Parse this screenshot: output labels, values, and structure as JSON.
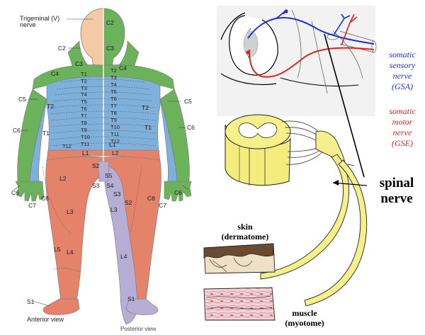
{
  "dermatome_map": {
    "trigeminal_label_line1": "Trigeminal (V)",
    "trigeminal_label_line2": "nerve",
    "view_caption": "Anterior view",
    "posterior_caption": "Posterior view",
    "labels": {
      "c2_left": "C2",
      "c3_left": "C3",
      "c4_left": "C4",
      "c5_left": "C5",
      "c6_left": "C6",
      "c6_hand_left": "C6",
      "c7_left": "C7",
      "c8_left": "C8",
      "t1_arm_left": "T1",
      "t2_arm_left": "T2",
      "t1_trunk": "T1",
      "t2_trunk": "T2",
      "t3_trunk": "T3",
      "t4_trunk": "T4",
      "t5_trunk": "T5",
      "t6_trunk": "T6",
      "t7_trunk": "T7",
      "t8_trunk": "T8",
      "t9_trunk": "T9",
      "t10_trunk": "T10",
      "t11_trunk": "T11",
      "t12_left": "T12",
      "l1_left": "L1",
      "l2_left": "L2",
      "l3_left": "L3",
      "l4_left": "L4",
      "l5_left": "L5",
      "s1_left": "S1",
      "s2_center": "S2",
      "s3_center": "S3",
      "c2_right": "C2",
      "c3_right": "C3",
      "c4_right": "C4",
      "c5_right": "C5",
      "c6_right": "C6",
      "c6_hand_right": "C6",
      "c7_right": "C7",
      "c8_right": "C8",
      "t1_arm_right": "T1",
      "t2_arm_right": "T2",
      "t2_r": "T2",
      "t3_r": "T3",
      "t4_r": "T4",
      "t5_r": "T5",
      "t6_r": "T6",
      "t7_r": "T7",
      "t8_r": "T8",
      "t9_r": "T9",
      "t10_r": "T10",
      "t11_r": "T11",
      "t12_r": "T12",
      "l1_right": "L1",
      "l2_right": "L2",
      "l3_right": "L3",
      "l4_right": "L4",
      "s1_right": "S1",
      "s2_right": "S2",
      "s3_right": "S3",
      "s4_right": "S4",
      "s5_right": "S5"
    },
    "colors": {
      "cervical": "#6cb25a",
      "thoracic": "#7fb0dc",
      "lumbar": "#e5826a",
      "sacral": "#b7aed6",
      "skin_face": "#f3c9a6"
    }
  },
  "nerve_diagram": {
    "sensory_line1": "somatic",
    "sensory_line2": "sensory",
    "sensory_line3": "nerve",
    "sensory_line4": "(GSA)",
    "motor_line1": "somatic",
    "motor_line2": "motor",
    "motor_line3": "nerve",
    "motor_line4": "(GSE)",
    "spinal_line1": "spinal",
    "spinal_line2": "nerve",
    "skin_line1": "skin",
    "skin_line2": "(dermatome)",
    "muscle_line1": "muscle",
    "muscle_line2": "(myotome)",
    "colors": {
      "sensory": "#1f2fd6",
      "motor": "#e0221c",
      "nerve_fill": "#f6f08a",
      "cord_fill": "#f6f08a"
    }
  }
}
